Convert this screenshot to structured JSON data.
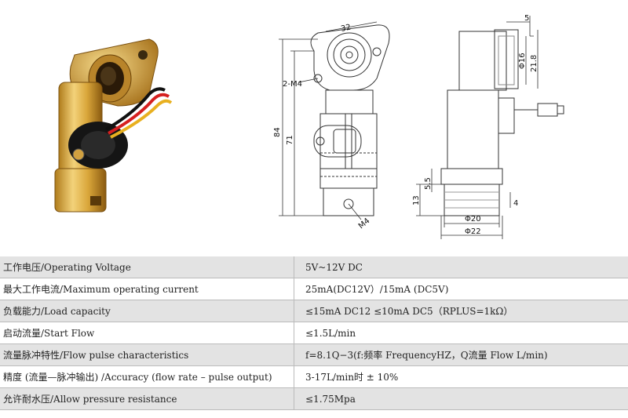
{
  "drawing_labels": {
    "front_top_width": "32",
    "thread_callout": "2-M4",
    "overall_height": "84",
    "body_height": "71",
    "bottom_thread": "M4",
    "side_top_depth": "5",
    "side_inner_dia": "Φ16",
    "side_outer_dia": "21.8",
    "side_base_height": "13",
    "side_base_step": "5.5",
    "side_base_small": "4",
    "side_base_inner_dia": "Φ20",
    "side_base_outer_dia": "Φ22"
  },
  "specs": [
    {
      "param": "工作电压/Operating Voltage",
      "value": "5V~12V DC"
    },
    {
      "param": "最大工作电流/Maximum operating current",
      "value": "25mA(DC12V）/15mA (DC5V)"
    },
    {
      "param": "负载能力/Load capacity",
      "value": "≤15mA DC12 ≤10mA DC5（RPLUS=1kΩ）"
    },
    {
      "param": "启动流量/Start Flow",
      "value": "≤1.5L/min"
    },
    {
      "param": "流量脉冲特性/Flow pulse characteristics",
      "value": "f=8.1Q−3(f:频率 FrequencyHZ，Q流量 Flow L/min)"
    },
    {
      "param": "精度 (流量—脉冲输出) /Accuracy (flow rate – pulse output)",
      "value": "3-17L/min时 ± 10%"
    },
    {
      "param": "允许耐水压/Allow pressure resistance",
      "value": "≤1.75Mpa"
    }
  ]
}
